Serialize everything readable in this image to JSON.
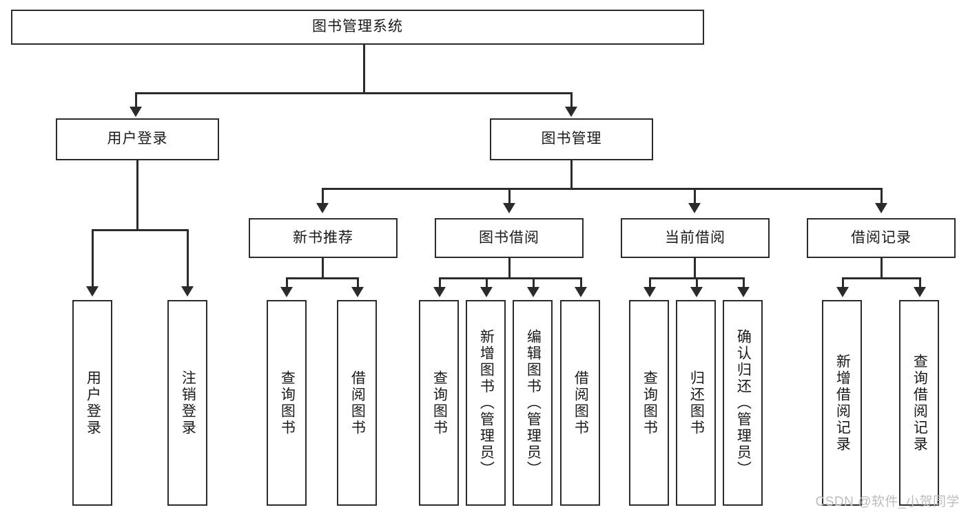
{
  "diagram": {
    "type": "tree-hierarchy",
    "title": "图书管理系统",
    "watermark": "CSDN @软件_小贺同学",
    "colors": {
      "stroke": "#2b2b2b",
      "fill": "#ffffff",
      "text": "#1a1a1a",
      "watermark": "#bdbdbd"
    },
    "nodes": {
      "root": {
        "label": "图书管理系统",
        "level": 1,
        "orientation": "horizontal"
      },
      "l2": [
        {
          "id": "user-login",
          "label": "用户登录",
          "level": 2,
          "orientation": "horizontal"
        },
        {
          "id": "book-manage",
          "label": "图书管理",
          "level": 2,
          "orientation": "horizontal"
        }
      ],
      "l3": [
        {
          "id": "new-book-rec",
          "label": "新书推荐",
          "level": 3,
          "orientation": "horizontal",
          "parent": "book-manage"
        },
        {
          "id": "book-borrow",
          "label": "图书借阅",
          "level": 3,
          "orientation": "horizontal",
          "parent": "book-manage"
        },
        {
          "id": "current-borrow",
          "label": "当前借阅",
          "level": 3,
          "orientation": "horizontal",
          "parent": "book-manage"
        },
        {
          "id": "borrow-record",
          "label": "借阅记录",
          "level": 3,
          "orientation": "horizontal",
          "parent": "book-manage"
        }
      ],
      "leaves": [
        {
          "id": "leaf-user-login",
          "label": "用户登录",
          "parent": "user-login",
          "orientation": "vertical"
        },
        {
          "id": "leaf-user-logout",
          "label": "注销登录",
          "parent": "user-login",
          "orientation": "vertical"
        },
        {
          "id": "leaf-query-book-1",
          "label": "查询图书",
          "parent": "new-book-rec",
          "orientation": "vertical"
        },
        {
          "id": "leaf-borrow-book-1",
          "label": "借阅图书",
          "parent": "new-book-rec",
          "orientation": "vertical"
        },
        {
          "id": "leaf-query-book-2",
          "label": "查询图书",
          "parent": "book-borrow",
          "orientation": "vertical"
        },
        {
          "id": "leaf-add-book",
          "label": "新增图书（管理员）",
          "parent": "book-borrow",
          "orientation": "vertical"
        },
        {
          "id": "leaf-edit-book",
          "label": "编辑图书（管理员）",
          "parent": "book-borrow",
          "orientation": "vertical"
        },
        {
          "id": "leaf-borrow-book-2",
          "label": "借阅图书",
          "parent": "book-borrow",
          "orientation": "vertical"
        },
        {
          "id": "leaf-query-book-3",
          "label": "查询图书",
          "parent": "current-borrow",
          "orientation": "vertical"
        },
        {
          "id": "leaf-return-book",
          "label": "归还图书",
          "parent": "current-borrow",
          "orientation": "vertical"
        },
        {
          "id": "leaf-confirm-return",
          "label": "确认归还（管理员）",
          "parent": "current-borrow",
          "orientation": "vertical"
        },
        {
          "id": "leaf-add-record",
          "label": "新增借阅记录",
          "parent": "borrow-record",
          "orientation": "vertical"
        },
        {
          "id": "leaf-query-record",
          "label": "查询借阅记录",
          "parent": "borrow-record",
          "orientation": "vertical"
        }
      ]
    }
  }
}
